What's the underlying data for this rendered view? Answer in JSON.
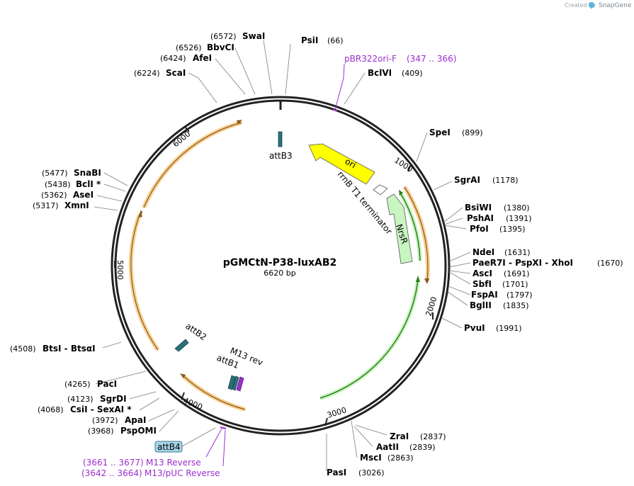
{
  "credit": {
    "created_by": "Created by",
    "brand": "SnapGene"
  },
  "plasmid": {
    "name": "pGMCtN-P38-luxAB2",
    "size": "6620 bp"
  },
  "ticks": [
    "1000",
    "2000",
    "3000",
    "4000",
    "5000",
    "6000"
  ],
  "features": {
    "attB3": "attB3",
    "ori": "ori",
    "terminator": "rrnB T1 terminator",
    "nrsr": "NrsR",
    "attB2": "attB2",
    "attB1": "attB1",
    "m13rev": "M13 rev",
    "attB4": "attB4"
  },
  "primers": [
    {
      "name": "pBR322ori-F",
      "range": "(347 .. 366)"
    },
    {
      "name": "M13 Reverse",
      "range": "(3661 .. 3677)"
    },
    {
      "name": "M13/pUC Reverse",
      "range": "(3642 .. 3664)"
    }
  ],
  "enzymes": {
    "swai": {
      "name": "SwaI",
      "pos": "(6572)"
    },
    "psii": {
      "name": "PsiI",
      "pos": "(66)"
    },
    "bbvci": {
      "name": "BbvCI",
      "pos": "(6526)"
    },
    "afei": {
      "name": "AfeI",
      "pos": "(6424)"
    },
    "bclvi": {
      "name": "BclVI",
      "pos": "(409)"
    },
    "scai": {
      "name": "ScaI",
      "pos": "(6224)"
    },
    "spei": {
      "name": "SpeI",
      "pos": "(899)"
    },
    "sgrai": {
      "name": "SgrAI",
      "pos": "(1178)"
    },
    "snabi": {
      "name": "SnaBI",
      "pos": "(5477)"
    },
    "bcli": {
      "name": "BclI *",
      "pos": "(5438)"
    },
    "asei": {
      "name": "AseI",
      "pos": "(5362)"
    },
    "xmni": {
      "name": "XmnI",
      "pos": "(5317)"
    },
    "bsiwi": {
      "name": "BsiWI",
      "pos": "(1380)"
    },
    "pshai": {
      "name": "PshAI",
      "pos": "(1391)"
    },
    "pfoi": {
      "name": "PfoI",
      "pos": "(1395)"
    },
    "ndei": {
      "name": "NdeI",
      "pos": "(1631)"
    },
    "paer7i": {
      "name": "PaeR7I - PspXI - XhoI",
      "pos": "(1670)"
    },
    "asci": {
      "name": "AscI",
      "pos": "(1691)"
    },
    "sbfi": {
      "name": "SbfI",
      "pos": "(1701)"
    },
    "fspai": {
      "name": "FspAI",
      "pos": "(1797)"
    },
    "bglii": {
      "name": "BglII",
      "pos": "(1835)"
    },
    "pvui": {
      "name": "PvuI",
      "pos": "(1991)"
    },
    "btsi": {
      "name": "BtsI - BtsαI",
      "pos": "(4508)"
    },
    "paci": {
      "name": "PacI",
      "pos": "(4265)"
    },
    "sgrdi": {
      "name": "SgrDI",
      "pos": "(4123)"
    },
    "csii": {
      "name": "CsiI - SexAI *",
      "pos": "(4068)"
    },
    "apai": {
      "name": "ApaI",
      "pos": "(3972)"
    },
    "psponi": {
      "name": "PspOMI",
      "pos": "(3968)"
    },
    "zrai": {
      "name": "ZraI",
      "pos": "(2837)"
    },
    "aatii": {
      "name": "AatII",
      "pos": "(2839)"
    },
    "msci": {
      "name": "MscI",
      "pos": "(2863)"
    },
    "pasi": {
      "name": "PasI",
      "pos": "(3026)"
    }
  },
  "colors": {
    "backbone": "#222222",
    "ori": "#ffff00",
    "cds_outline": "#f2a93b",
    "cds_inner": "#8a5a1a",
    "nrsr": "#c8f5c0",
    "nrsr_line": "#2e7d1a",
    "att": "#2c6f7a",
    "primer": "#9b2fd0",
    "attB4_box": "#a8d6e6"
  }
}
